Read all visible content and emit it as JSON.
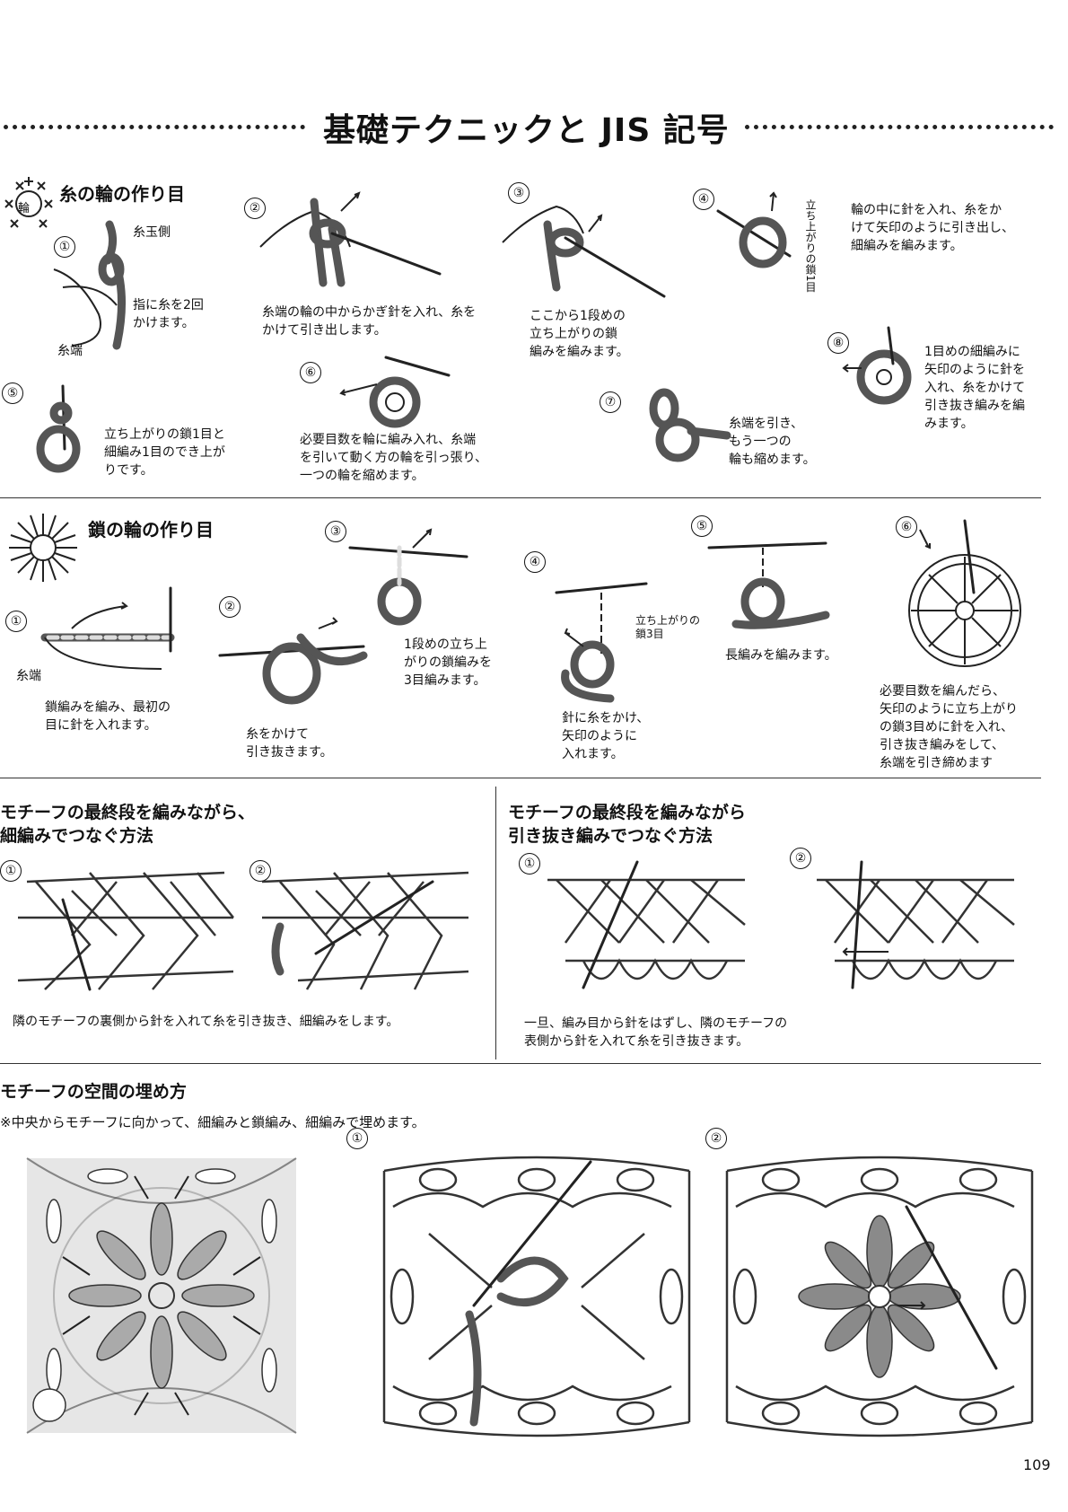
{
  "page": {
    "title": "基礎テクニックと JIS 記号",
    "page_number": "109"
  },
  "section1": {
    "title": "糸の輪の作り目",
    "symbol_text": "輪",
    "steps": [
      {
        "num": "①",
        "labels": [
          "糸玉側",
          "糸端"
        ],
        "caption": [
          "指に糸を2回",
          "かけます。"
        ]
      },
      {
        "num": "②",
        "caption": [
          "糸端の輪の中からかぎ針を入れ、糸を",
          "かけて引き出します。"
        ]
      },
      {
        "num": "③",
        "caption": [
          "ここから1段めの",
          "立ち上がりの鎖",
          "編みを編みます。"
        ]
      },
      {
        "num": "④",
        "label": "立ち上がりの鎖1目",
        "caption": [
          "輪の中に針を入れ、糸をか",
          "けて矢印のように引き出し、",
          "細編みを編みます。"
        ]
      },
      {
        "num": "⑤",
        "caption": [
          "立ち上がりの鎖1目と",
          "細編み1目のでき上が",
          "りです。"
        ]
      },
      {
        "num": "⑥",
        "caption": [
          "必要目数を輪に編み入れ、糸端",
          "を引いて動く方の輪を引っ張り、",
          "一つの輪を縮めます。"
        ]
      },
      {
        "num": "⑦",
        "caption": [
          "糸端を引き、",
          "もう一つの",
          "輪も縮めます。"
        ]
      },
      {
        "num": "⑧",
        "caption": [
          "1目めの細編みに",
          "矢印のように針を",
          "入れ、糸をかけて",
          "引き抜き編みを編",
          "みます。"
        ]
      }
    ]
  },
  "section2": {
    "title": "鎖の輪の作り目",
    "steps": [
      {
        "num": "①",
        "label": "糸端",
        "caption": [
          "鎖編みを編み、最初の",
          "目に針を入れます。"
        ]
      },
      {
        "num": "②",
        "caption": [
          "糸をかけて",
          "引き抜きます。"
        ]
      },
      {
        "num": "③",
        "caption": [
          "1段めの立ち上",
          "がりの鎖編みを",
          "3目編みます。"
        ]
      },
      {
        "num": "④",
        "label": [
          "立ち上がりの",
          "鎖3目"
        ],
        "caption": [
          "針に糸をかけ、",
          "矢印のように",
          "入れます。"
        ]
      },
      {
        "num": "⑤",
        "caption": [
          "長編みを編みます。"
        ]
      },
      {
        "num": "⑥",
        "caption": [
          "必要目数を編んだら、",
          "矢印のように立ち上がり",
          "の鎖3目めに針を入れ、",
          "引き抜き編みをして、",
          "糸端を引き締めます"
        ]
      }
    ]
  },
  "section3": {
    "left": {
      "title": [
        "モチーフの最終段を編みながら、",
        "細編みでつなぐ方法"
      ],
      "nums": [
        "①",
        "②"
      ],
      "caption": "隣のモチーフの裏側から針を入れて糸を引き抜き、細編みをします。"
    },
    "right": {
      "title": [
        "モチーフの最終段を編みながら",
        "引き抜き編みでつなぐ方法"
      ],
      "nums": [
        "①",
        "②"
      ],
      "caption": [
        "一旦、編み目から針をはずし、隣のモチーフの",
        "表側から針を入れて糸を引き抜きます。"
      ]
    }
  },
  "section4": {
    "title": "モチーフの空間の埋め方",
    "note": "※中央からモチーフに向かって、細編みと鎖編み、細編みで埋めます。",
    "nums": [
      "①",
      "②"
    ]
  }
}
